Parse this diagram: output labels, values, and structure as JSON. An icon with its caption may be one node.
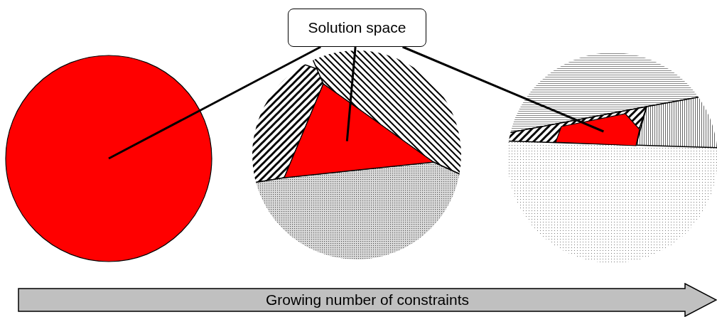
{
  "diagram": {
    "nodes": [
      {
        "text": [
          "Solution space"
        ]
      },
      {
        "text": [],
        "shape": "circle"
      },
      {
        "text": [],
        "shape": "triangle"
      },
      {
        "text": [],
        "shape": "polygon"
      },
      {
        "text": [
          "Growing number of constraints"
        ]
      }
    ],
    "edges": [
      {
        "from": 0,
        "to": 1,
        "arrow": "none"
      },
      {
        "from": 0,
        "to": 2,
        "arrow": "none"
      },
      {
        "from": 0,
        "to": 3,
        "arrow": "none"
      }
    ]
  }
}
